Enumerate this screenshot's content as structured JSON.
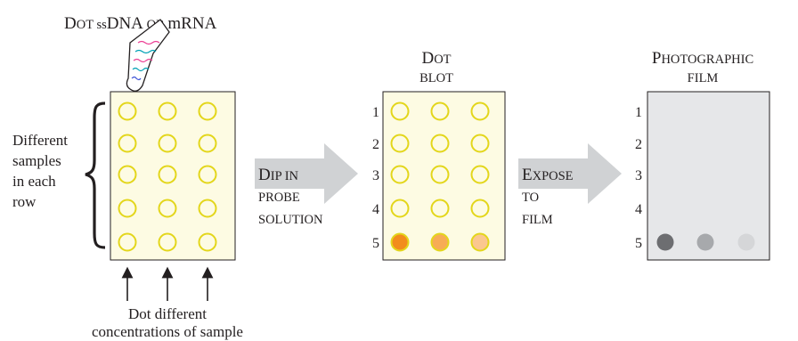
{
  "title_tube": {
    "prefix_big": "D",
    "prefix_small": "OT ",
    "ss": "ss",
    "dna": "DNA ",
    "or": "OR ",
    "m": "m",
    "rna": "RNA"
  },
  "left_label": [
    "Different",
    "samples",
    "in each",
    "row"
  ],
  "bottom_label": [
    "Dot different",
    "concentrations of sample"
  ],
  "arrow1": {
    "line1_big": "D",
    "line1_small": "IP IN",
    "line2": "PROBE",
    "line3": "SOLUTION"
  },
  "arrow2": {
    "line1_big": "E",
    "line1_small": "XPOSE",
    "line2": "TO",
    "line3": "FILM"
  },
  "dot_blot_title": {
    "line1_big": "D",
    "line1_small": "OT",
    "line2": "BLOT"
  },
  "film_title": {
    "line1_big": "P",
    "line1_small": "HOTOGRAPHIC",
    "line2": "FILM"
  },
  "row_numbers": [
    "1",
    "2",
    "3",
    "4",
    "5"
  ],
  "colors": {
    "panel_fill": "#fdfbe3",
    "ring": "#e3d61b",
    "film_fill": "#e6e7e9",
    "arrow": "#d0d2d4",
    "blot_row5": [
      "#f28c1d",
      "#f7ac55",
      "#fbc78f"
    ],
    "film_row5": [
      "#6d6e71",
      "#a7a9ac",
      "#d5d6d8"
    ],
    "dna_strands": [
      "#ec3f94",
      "#00a1b5",
      "#3e53d6"
    ]
  }
}
